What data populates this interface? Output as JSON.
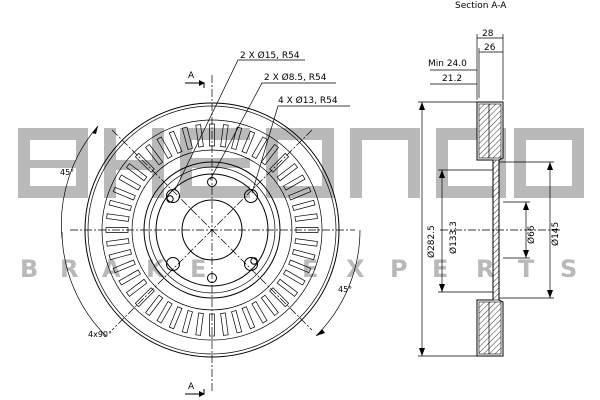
{
  "watermark": {
    "brand": "AKEBONO",
    "tagline_letters": [
      "B",
      "R",
      "A",
      "K",
      "E",
      "E",
      "X",
      "P",
      "E",
      "R",
      "T",
      "S"
    ]
  },
  "front_view": {
    "section_mark_top": "A",
    "section_mark_bottom": "A",
    "hole_callouts": [
      "2 X Ø15, R54",
      "2 X Ø8.5, R54",
      "4 X Ø13, R54"
    ],
    "angle_left": "45°",
    "angle_right": "45°",
    "angle_pattern": "4x90°"
  },
  "section_view": {
    "title": "Section A-A",
    "dim_total_thickness": "28",
    "dim_disc_thickness": "26",
    "dim_min_thickness": "Min 24.0",
    "dim_hat_offset": "21.2",
    "dim_outer_diameter": "Ø282.5",
    "dim_hat_diameter": "Ø133.3",
    "dim_center_bore": "Ø66",
    "dim_hub_diameter": "Ø145"
  },
  "colors": {
    "line": "#000000",
    "watermark": "#b9b9b9",
    "background": "#ffffff"
  }
}
